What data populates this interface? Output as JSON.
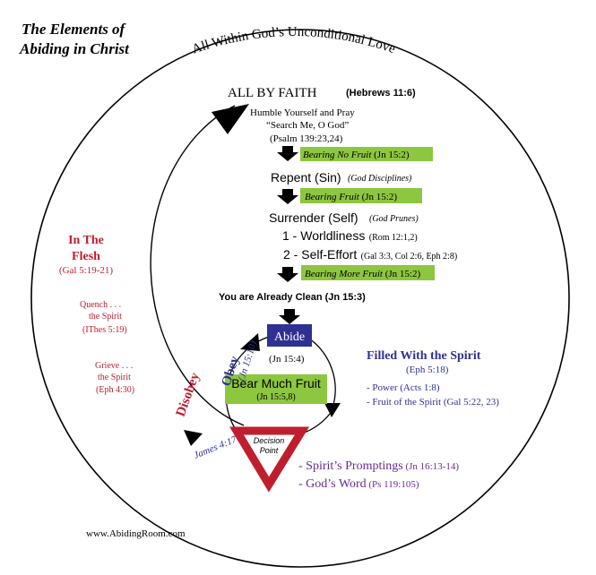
{
  "title": {
    "line1": "The Elements of",
    "line2": "Abiding in Christ"
  },
  "arc_text": "All Within God’s Unconditional Love",
  "faith": {
    "heading": "ALL BY FAITH",
    "ref": "(Hebrews 11:6)"
  },
  "humble": {
    "line1": "Humble Yourself and Pray",
    "line2": "“Search Me, O God”",
    "ref": "(Psalm 139:23,24)"
  },
  "fruit_boxes": [
    {
      "text": "Bearing No Fruit",
      "ref": "(Jn 15:2)"
    },
    {
      "text": "Bearing Fruit",
      "ref": "(Jn 15:2)"
    },
    {
      "text": "Bearing More Fruit",
      "ref": "(Jn 15:2)"
    }
  ],
  "repent": {
    "text": "Repent (Sin)",
    "note": "(God Disciplines)"
  },
  "surrender": {
    "text": "Surrender (Self)",
    "note": "(God Prunes)"
  },
  "worldliness": {
    "text": "1 - Worldliness",
    "ref": "(Rom 12:1,2)"
  },
  "self_effort": {
    "text": "2 - Self-Effort",
    "ref": "(Gal 3:3, Col 2:6, Eph 2:8)"
  },
  "clean": "You are Already Clean (Jn 15:3)",
  "abide": {
    "label": "Abide",
    "ref": "(Jn 15:4)"
  },
  "bear": {
    "label": "Bear Much Fruit",
    "ref": "(Jn 15:5,8)"
  },
  "obey": {
    "label": "Obey",
    "ref": "(Jn 15:10)"
  },
  "decision": {
    "line1": "Decision",
    "line2": "Point"
  },
  "disobey": "Disobey",
  "james": "James 4:17",
  "flesh": {
    "line1": "In The",
    "line2": "Flesh",
    "ref": "(Gal 5:19-21)"
  },
  "quench": {
    "line1": "Quench . . .",
    "line2": "the Spirit",
    "ref": "(IThes 5:19)"
  },
  "grieve": {
    "line1": "Grieve . . .",
    "line2": "the Spirit",
    "ref": "(Eph 4:30)"
  },
  "filled": {
    "heading": "Filled With the Spirit",
    "ref": "(Eph 5:18)",
    "items": [
      "- Power (Acts 1:8)",
      "- Fruit of the Spirit (Gal 5:22, 23)"
    ]
  },
  "prompts": [
    {
      "text": "- Spirit’s Promptings",
      "ref": "(Jn 16:13-14)"
    },
    {
      "text": "- God’s Word",
      "ref": "(Ps 119:105)"
    }
  ],
  "website": "www.AbidingRoom.com",
  "colors": {
    "green": "#8dc63f",
    "navy": "#2e3192",
    "red": "#be1e2d",
    "purple": "#662d91",
    "black": "#000000"
  }
}
